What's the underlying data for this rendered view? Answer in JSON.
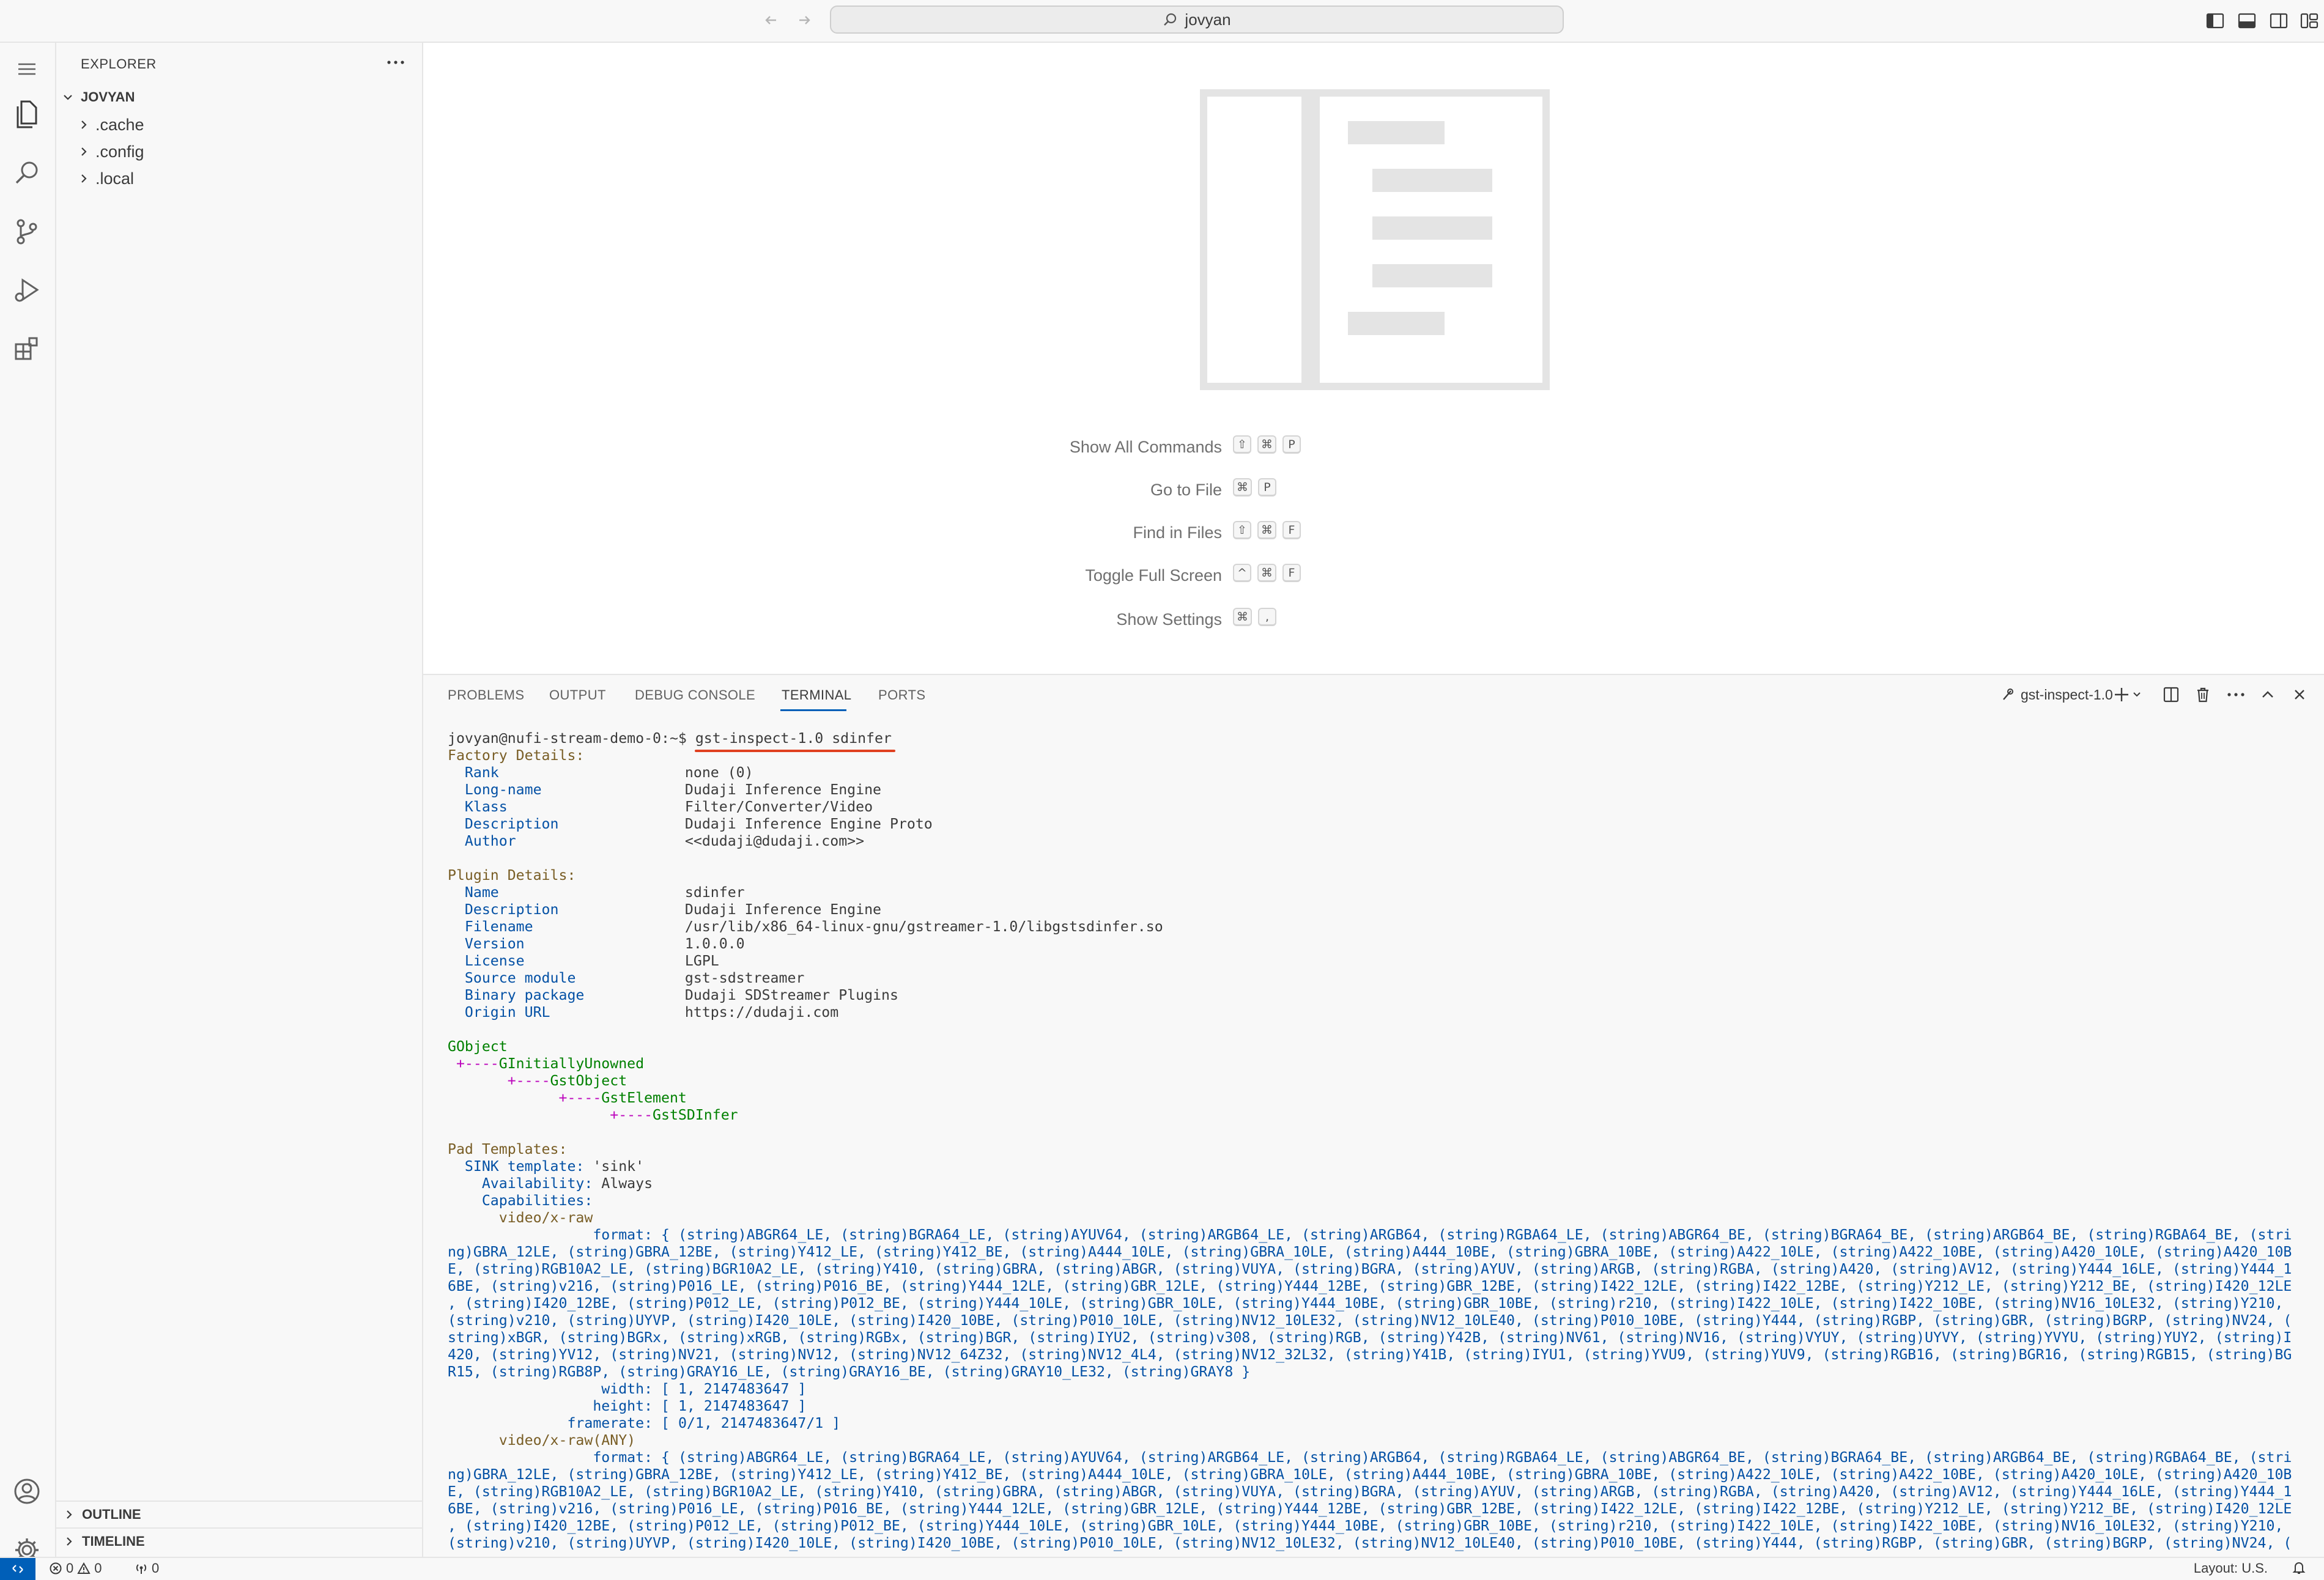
{
  "titlebar": {
    "search_text": "jovyan"
  },
  "sidebar": {
    "title": "EXPLORER",
    "root_folder": "JOVYAN",
    "items": [
      {
        "label": ".cache"
      },
      {
        "label": ".config"
      },
      {
        "label": ".local"
      }
    ],
    "outline_label": "OUTLINE",
    "timeline_label": "TIMELINE"
  },
  "welcome": {
    "shortcuts": [
      {
        "label": "Show All Commands",
        "keys": [
          "⇧",
          "⌘",
          "P"
        ]
      },
      {
        "label": "Go to File",
        "keys": [
          "⌘",
          "P"
        ]
      },
      {
        "label": "Find in Files",
        "keys": [
          "⇧",
          "⌘",
          "F"
        ]
      },
      {
        "label": "Toggle Full Screen",
        "keys": [
          "^",
          "⌘",
          "F"
        ]
      },
      {
        "label": "Show Settings",
        "keys": [
          "⌘",
          ","
        ]
      }
    ]
  },
  "panel": {
    "tabs": {
      "problems": "PROBLEMS",
      "output": "OUTPUT",
      "debug_console": "DEBUG CONSOLE",
      "terminal": "TERMINAL",
      "ports": "PORTS"
    },
    "terminal_name": "gst-inspect-1.0"
  },
  "terminal": {
    "prompt": "jovyan@nufi-stream-demo-0:~$ ",
    "command": "gst-inspect-1.0 sdinfer",
    "factory_header": "Factory Details:",
    "factory": [
      {
        "key": "Rank",
        "value": "none (0)"
      },
      {
        "key": "Long-name",
        "value": "Dudaji Inference Engine"
      },
      {
        "key": "Klass",
        "value": "Filter/Converter/Video"
      },
      {
        "key": "Description",
        "value": "Dudaji Inference Engine Proto"
      },
      {
        "key": "Author",
        "value": "<<dudaji@dudaji.com>>"
      }
    ],
    "plugin_header": "Plugin Details:",
    "plugin": [
      {
        "key": "Name",
        "value": "sdinfer"
      },
      {
        "key": "Description",
        "value": "Dudaji Inference Engine"
      },
      {
        "key": "Filename",
        "value": "/usr/lib/x86_64-linux-gnu/gstreamer-1.0/libgstsdinfer.so"
      },
      {
        "key": "Version",
        "value": "1.0.0.0"
      },
      {
        "key": "License",
        "value": "LGPL"
      },
      {
        "key": "Source module",
        "value": "gst-sdstreamer"
      },
      {
        "key": "Binary package",
        "value": "Dudaji SDStreamer Plugins"
      },
      {
        "key": "Origin URL",
        "value": "https://dudaji.com"
      }
    ],
    "hierarchy": {
      "root": "GObject",
      "l1": "GInitiallyUnowned",
      "l2": "GstObject",
      "l3": "GstElement",
      "l4": "GstSDInfer",
      "branch": " +----"
    },
    "pad_header": "Pad Templates:",
    "sink_key": "SINK template:",
    "sink_val": " 'sink'",
    "avail_key": "Availability:",
    "avail_val": " Always",
    "caps_key": "Capabilities:",
    "caps1_name": "video/x-raw",
    "caps2_name": "video/x-raw(ANY)",
    "format_key": "format:",
    "format_lines": [
      " { (string)ABGR64_LE, (string)BGRA64_LE, (string)AYUV64, (string)ARGB64_LE, (string)ARGB64, (string)RGBA64_LE, (string)ABGR64_BE, (string)BGRA64_BE, (string)ARGB64_BE, (string)RGBA64_BE, (stri",
      "ng)GBRA_12LE, (string)GBRA_12BE, (string)Y412_LE, (string)Y412_BE, (string)A444_10LE, (string)GBRA_10LE, (string)A444_10BE, (string)GBRA_10BE, (string)A422_10LE, (string)A422_10BE, (string)A420_10LE, (string)A420_10B",
      "E, (string)RGB10A2_LE, (string)BGR10A2_LE, (string)Y410, (string)GBRA, (string)ABGR, (string)VUYA, (string)BGRA, (string)AYUV, (string)ARGB, (string)RGBA, (string)A420, (string)AV12, (string)Y444_16LE, (string)Y444_1",
      "6BE, (string)v216, (string)P016_LE, (string)P016_BE, (string)Y444_12LE, (string)GBR_12LE, (string)Y444_12BE, (string)GBR_12BE, (string)I422_12LE, (string)I422_12BE, (string)Y212_LE, (string)Y212_BE, (string)I420_12LE",
      ", (string)I420_12BE, (string)P012_LE, (string)P012_BE, (string)Y444_10LE, (string)GBR_10LE, (string)Y444_10BE, (string)GBR_10BE, (string)r210, (string)I422_10LE, (string)I422_10BE, (string)NV16_10LE32, (string)Y210,",
      "(string)v210, (string)UYVP, (string)I420_10LE, (string)I420_10BE, (string)P010_10LE, (string)NV12_10LE32, (string)NV12_10LE40, (string)P010_10BE, (string)Y444, (string)RGBP, (string)GBR, (string)BGRP, (string)NV24, (",
      "string)xBGR, (string)BGRx, (string)xRGB, (string)RGBx, (string)BGR, (string)IYU2, (string)v308, (string)RGB, (string)Y42B, (string)NV61, (string)NV16, (string)VYUY, (string)UYVY, (string)YVYU, (string)YUY2, (string)I",
      "420, (string)YV12, (string)NV21, (string)NV12, (string)NV12_64Z32, (string)NV12_4L4, (string)NV12_32L32, (string)Y41B, (string)IYU1, (string)YVU9, (string)YUV9, (string)RGB16, (string)BGR16, (string)RGB15, (string)BG",
      "R15, (string)RGB8P, (string)GRAY16_LE, (string)GRAY16_BE, (string)GRAY10_LE32, (string)GRAY8 }"
    ],
    "width_key": "width:",
    "width_val": " [ 1, 2147483647 ]",
    "height_key": "height:",
    "height_val": " [ 1, 2147483647 ]",
    "framerate_key": "framerate:",
    "framerate_val": " [ 0/1, 2147483647/1 ]"
  },
  "statusbar": {
    "errors": "0",
    "warnings": "0",
    "ports": "0",
    "layout": "Layout: U.S."
  },
  "colors": {
    "accent": "#005fb8",
    "annotation": "#e04020",
    "terminal_yellow": "#795e26",
    "terminal_blue": "#0451a5",
    "terminal_green": "#008000",
    "terminal_magenta": "#bc05bc"
  }
}
